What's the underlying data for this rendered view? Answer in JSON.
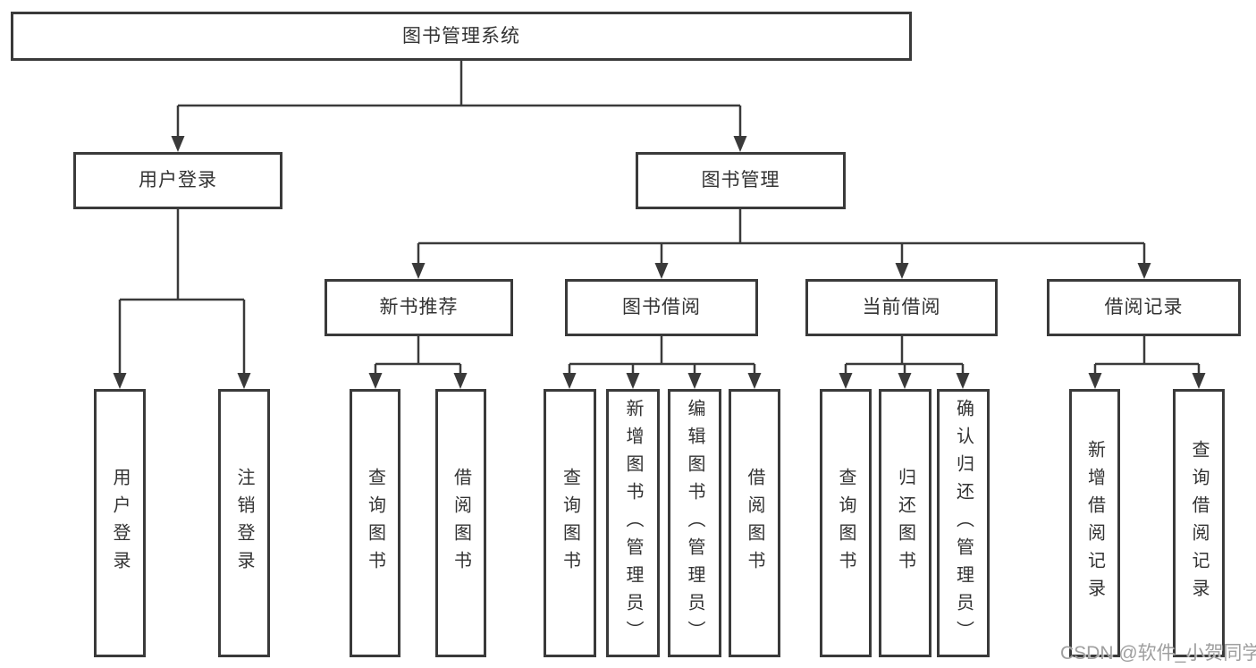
{
  "tree": {
    "label": "图书管理系统",
    "children": [
      {
        "label": "用户登录",
        "children": [
          {
            "label": "用户登录"
          },
          {
            "label": "注销登录"
          }
        ]
      },
      {
        "label": "图书管理",
        "children": [
          {
            "label": "新书推荐",
            "children": [
              {
                "label": "查询图书"
              },
              {
                "label": "借阅图书"
              }
            ]
          },
          {
            "label": "图书借阅",
            "children": [
              {
                "label": "查询图书"
              },
              {
                "label": "新增图书（管理员）"
              },
              {
                "label": "编辑图书（管理员）"
              },
              {
                "label": "借阅图书"
              }
            ]
          },
          {
            "label": "当前借阅",
            "children": [
              {
                "label": "查询图书"
              },
              {
                "label": "归还图书"
              },
              {
                "label": "确认归还（管理员）"
              }
            ]
          },
          {
            "label": "借阅记录",
            "children": [
              {
                "label": "新增借阅记录"
              },
              {
                "label": "查询借阅记录"
              }
            ]
          }
        ]
      }
    ]
  },
  "watermark": {
    "text": "CSDN @软件_小贺同学"
  },
  "colors": {
    "line": "#3a3a3a",
    "text": "#333333",
    "watermark": "#9f9f9f",
    "background": "#ffffff"
  }
}
